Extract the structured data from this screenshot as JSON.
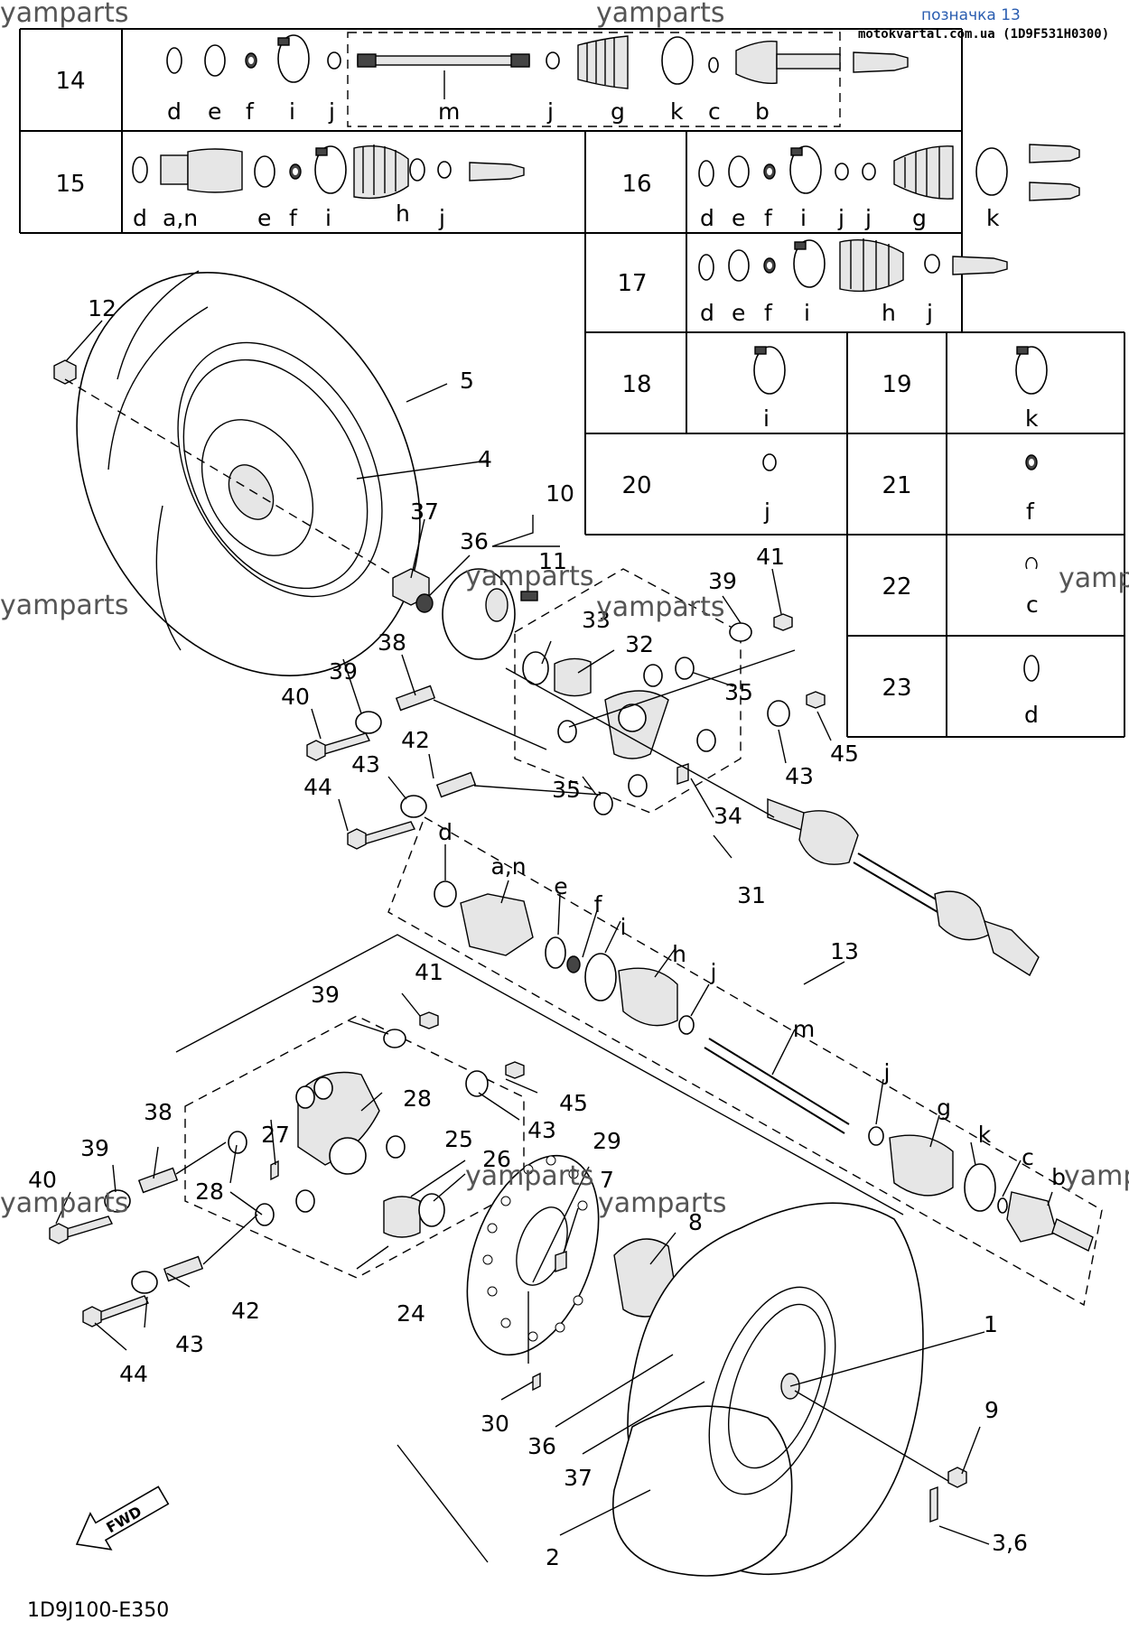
{
  "watermark": "yamparts",
  "header": {
    "badge": "позначка 13",
    "source": "motokvartal.com.ua (1D9F531H0300)"
  },
  "diagram_code": "1D9J100-E350",
  "fwd_label": "FWD",
  "table": {
    "rows": [
      {
        "num": "14",
        "letters": [
          "d",
          "e",
          "f",
          "i",
          "j",
          "m",
          "j",
          "g",
          "k",
          "c",
          "b"
        ]
      },
      {
        "num": "15",
        "letters": [
          "d",
          "a,n",
          "e",
          "f",
          "i",
          "h",
          "j"
        ]
      },
      {
        "num": "16",
        "letters": [
          "d",
          "e",
          "f",
          "i",
          "j",
          "j",
          "g",
          "k"
        ]
      },
      {
        "num": "17",
        "letters": [
          "d",
          "e",
          "f",
          "i",
          "h",
          "j"
        ]
      },
      {
        "num": "18",
        "letters": [
          "i"
        ]
      },
      {
        "num": "19",
        "letters": [
          "k"
        ]
      },
      {
        "num": "20",
        "letters": [
          "j"
        ]
      },
      {
        "num": "21",
        "letters": [
          "f"
        ]
      },
      {
        "num": "22",
        "letters": [
          "c"
        ]
      },
      {
        "num": "23",
        "letters": [
          "d"
        ]
      }
    ]
  },
  "callouts": {
    "n1": "1",
    "n2": "2",
    "n36": "3,6",
    "n4": "4",
    "n5": "5",
    "n7": "7",
    "n8": "8",
    "n9": "9",
    "n10": "10",
    "n11": "11",
    "n12": "12",
    "n13": "13",
    "n24": "24",
    "n25": "25",
    "n26": "26",
    "n27": "27",
    "n28": "28",
    "n29": "29",
    "n30": "30",
    "n31": "31",
    "n32": "32",
    "n33": "33",
    "n34": "34",
    "n35": "35",
    "n36b": "36",
    "n37": "37",
    "n38": "38",
    "n39": "39",
    "n40": "40",
    "n41": "41",
    "n42": "42",
    "n43": "43",
    "n44": "44",
    "n45": "45"
  },
  "shaft_letters": {
    "d": "d",
    "an": "a,n",
    "e": "e",
    "f": "f",
    "i": "i",
    "h": "h",
    "j": "j",
    "m": "m",
    "g": "g",
    "k": "k",
    "c": "c",
    "b": "b"
  }
}
